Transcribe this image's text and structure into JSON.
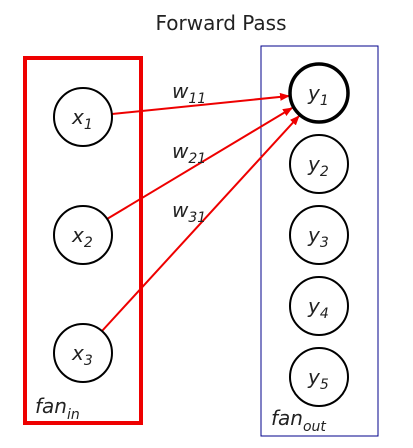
{
  "title": "Forward Pass",
  "colors": {
    "accent": "#ee0000",
    "box_out": "#00008b",
    "node_stroke": "#000000",
    "text": "#222222"
  },
  "fan_in": {
    "base": "fan",
    "sub": "in"
  },
  "fan_out": {
    "base": "fan",
    "sub": "out"
  },
  "inputs": [
    {
      "base": "x",
      "sub": "1"
    },
    {
      "base": "x",
      "sub": "2"
    },
    {
      "base": "x",
      "sub": "3"
    }
  ],
  "outputs": [
    {
      "base": "y",
      "sub": "1",
      "active": true
    },
    {
      "base": "y",
      "sub": "2"
    },
    {
      "base": "y",
      "sub": "3"
    },
    {
      "base": "y",
      "sub": "4"
    },
    {
      "base": "y",
      "sub": "5"
    }
  ],
  "weights": [
    {
      "base": "w",
      "sub": "11"
    },
    {
      "base": "w",
      "sub": "21"
    },
    {
      "base": "w",
      "sub": "31"
    }
  ]
}
